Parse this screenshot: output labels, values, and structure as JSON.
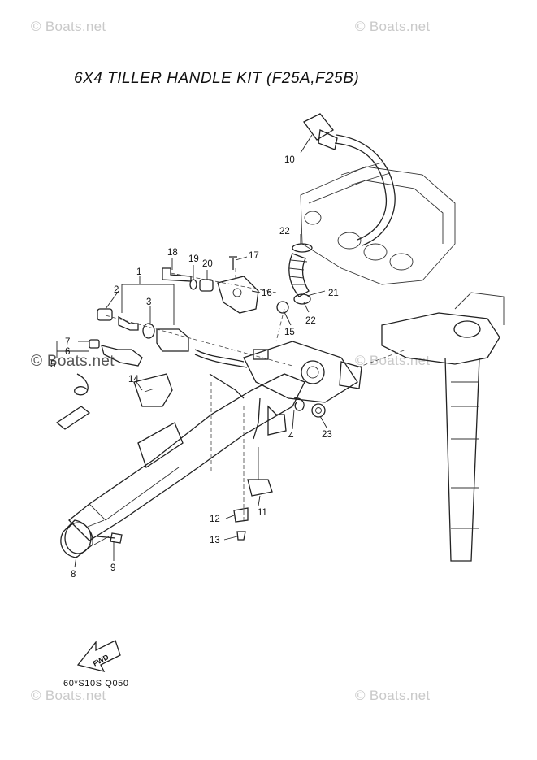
{
  "watermarks": {
    "top_left": "© Boats.net",
    "top_right": "© Boats.net",
    "middle_left": "© Boats.net",
    "middle_right": "© Boats.net",
    "bottom_left": "© Boats.net",
    "bottom_right": "© Boats.net"
  },
  "diagram": {
    "title": "6X4 TILLER HANDLE KIT (F25A,F25B)",
    "drawing_code": "60*S10S Q050",
    "fwd_label": "FWD",
    "callouts": [
      "1",
      "2",
      "3",
      "4",
      "5",
      "6",
      "7",
      "8",
      "9",
      "10",
      "11",
      "12",
      "13",
      "14",
      "15",
      "16",
      "17",
      "18",
      "19",
      "20",
      "21",
      "22",
      "22",
      "23"
    ]
  }
}
